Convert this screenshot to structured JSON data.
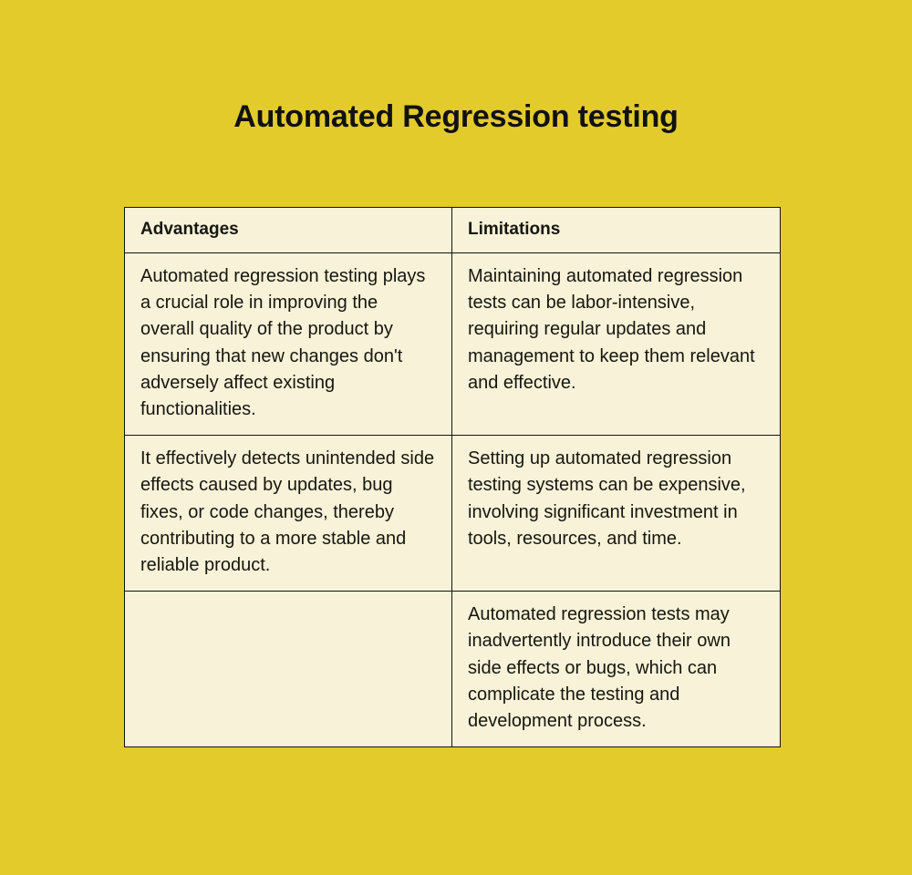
{
  "document": {
    "title": "Automated Regression testing",
    "background_color": "#e3cb2c",
    "table_background_color": "#f7f2d8",
    "border_color": "#15140f",
    "text_color": "#17160f"
  },
  "table": {
    "headers": {
      "advantages": "Advantages",
      "limitations": "Limitations"
    },
    "rows": [
      {
        "advantages": "Automated regression testing plays a crucial role in improving the overall quality of the product by ensuring that new changes don't adversely affect existing functionalities.",
        "limitations": "Maintaining automated regression tests can be labor-intensive, requiring regular updates and management to keep them relevant and effective."
      },
      {
        "advantages": "It effectively detects unintended side effects caused by updates, bug fixes, or code changes, thereby contributing to a more stable and reliable product.",
        "limitations": "Setting up automated regression testing systems can be expensive, involving significant investment in tools, resources, and time."
      },
      {
        "advantages": "",
        "limitations": "Automated regression tests may inadvertently introduce their own side effects or bugs, which can complicate the testing and development process."
      }
    ]
  }
}
